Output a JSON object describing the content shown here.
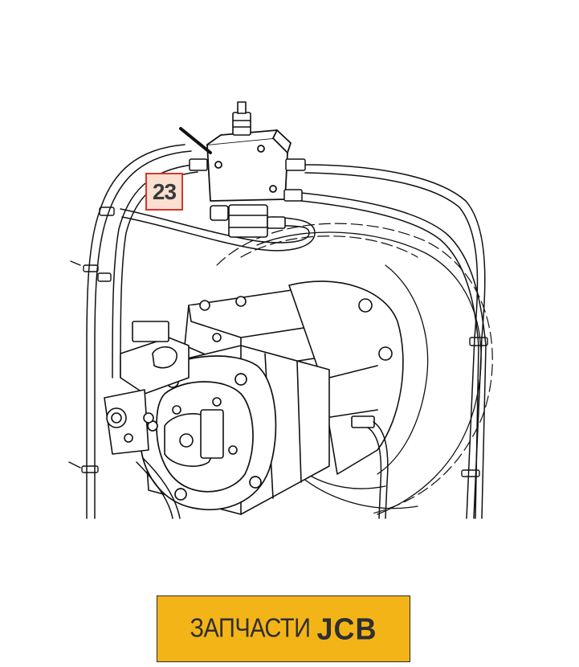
{
  "callout": {
    "label": "23"
  },
  "banner": {
    "text": "ЗАПЧАСТИ",
    "brand": "JCB",
    "background_color": "#f3b418",
    "text_color": "#2f2f2f"
  },
  "callout_style": {
    "border_color": "#d9342b",
    "fill_color": "#fbe0d2"
  }
}
